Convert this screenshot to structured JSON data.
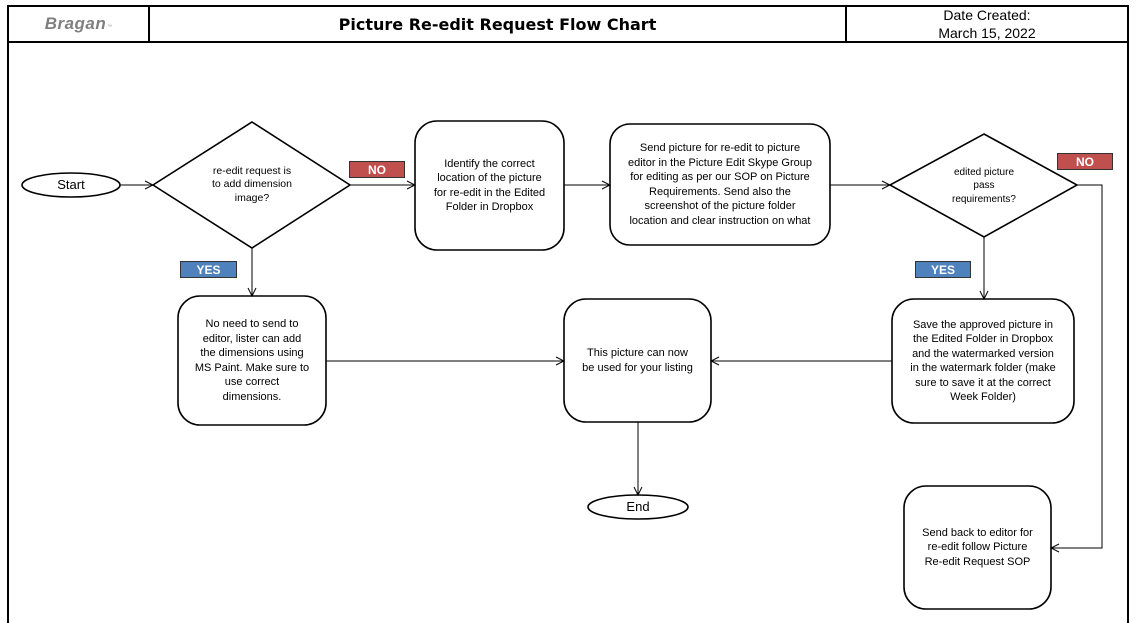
{
  "header": {
    "logo": "Bragan",
    "logo_mark": "™",
    "title": "Picture Re-edit Request Flow Chart",
    "date_label": "Date Created:",
    "date_value": "March 15, 2022"
  },
  "nodes": {
    "start": "Start",
    "decision_dimension": "re-edit request is\nto add dimension\nimage?",
    "identify_location": "Identify the correct\nlocation of the picture\nfor re-edit in the Edited\nFolder in Dropbox",
    "send_to_editor": "Send picture for re-edit to picture\neditor in the Picture Edit Skype Group\nfor editing as per our SOP on Picture\nRequirements.  Send also the\nscreenshot of the picture folder\nlocation and clear instruction on what",
    "decision_pass": "edited picture\npass\nrequirements?",
    "no_need": "No need to send to\neditor, lister can add\nthe dimensions using\nMS Paint. Make sure to\nuse correct\ndimensions.",
    "can_be_used": "This picture can now\nbe used for your listing",
    "save_approved": "Save the approved picture in\nthe Edited Folder in Dropbox\nand the watermarked version\nin the watermark folder (make\nsure to save it at the correct\nWeek Folder)",
    "end": "End",
    "send_back": "Send back to editor for\nre-edit follow Picture\nRe-edit Request SOP"
  },
  "labels": {
    "no_1": "NO",
    "yes_1": "YES",
    "no_2": "NO",
    "yes_2": "YES"
  },
  "colors": {
    "no_tag": "#c0504d",
    "yes_tag": "#4f81bd",
    "line": "#000000",
    "logo": "#7f7f7f"
  }
}
